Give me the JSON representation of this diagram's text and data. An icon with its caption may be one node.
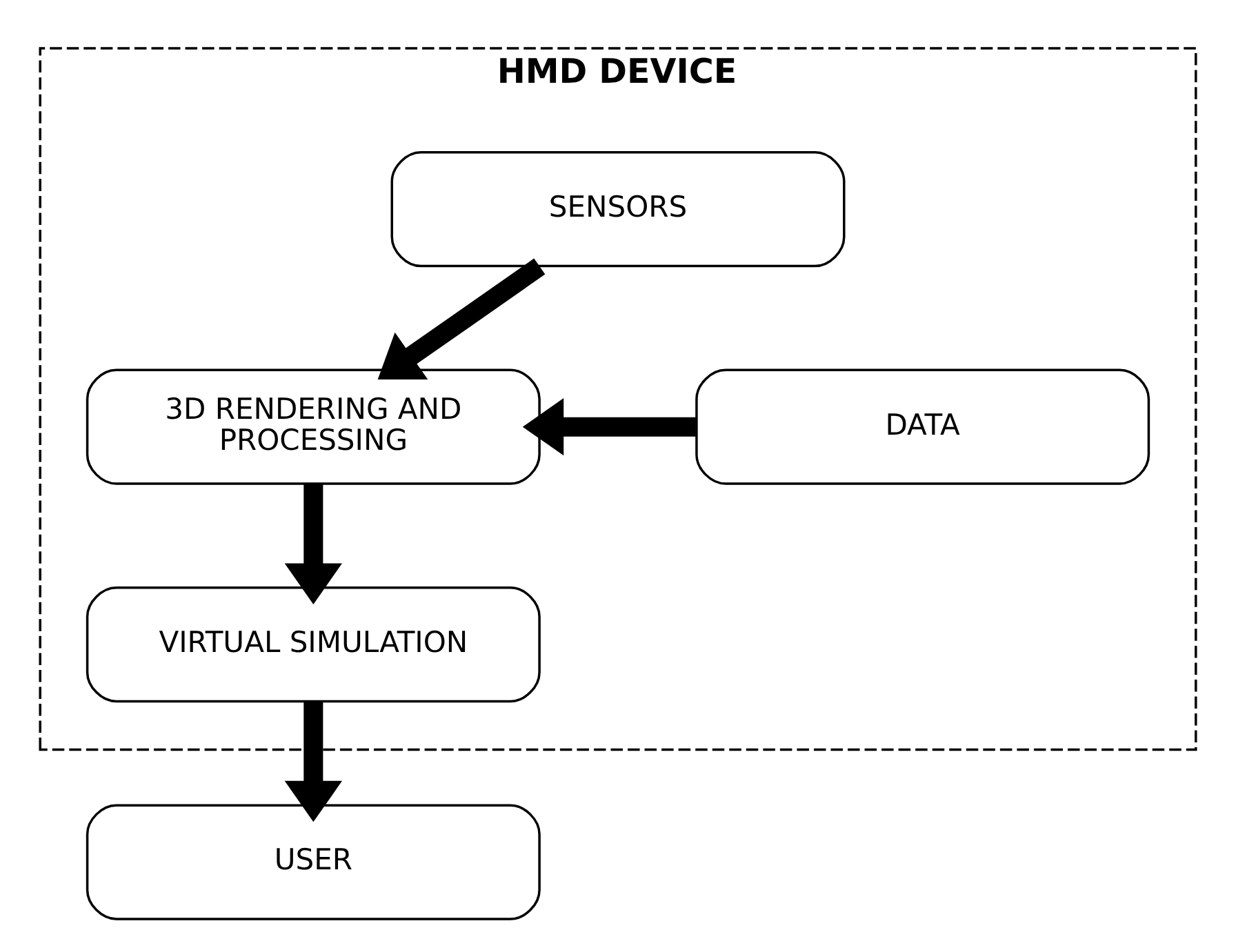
{
  "diagram": {
    "nodes": [
      {
        "text": [
          "HMD DEVICE"
        ]
      },
      {
        "text": [
          "SENSORS"
        ],
        "in": 0
      },
      {
        "text": [
          "3D RENDERING AND PROCESSING"
        ],
        "in": 0
      },
      {
        "text": [
          "DATA"
        ],
        "in": 0
      },
      {
        "text": [
          "VIRTUAL SIMULATION"
        ],
        "in": 0
      },
      {
        "text": [
          "USER"
        ]
      }
    ],
    "edges": [
      {
        "from": 1,
        "to": 2,
        "arrow": "to"
      },
      {
        "from": 3,
        "to": 2,
        "arrow": "to"
      },
      {
        "from": 2,
        "to": 4,
        "arrow": "to"
      },
      {
        "from": 4,
        "to": 5,
        "arrow": "to"
      }
    ]
  }
}
